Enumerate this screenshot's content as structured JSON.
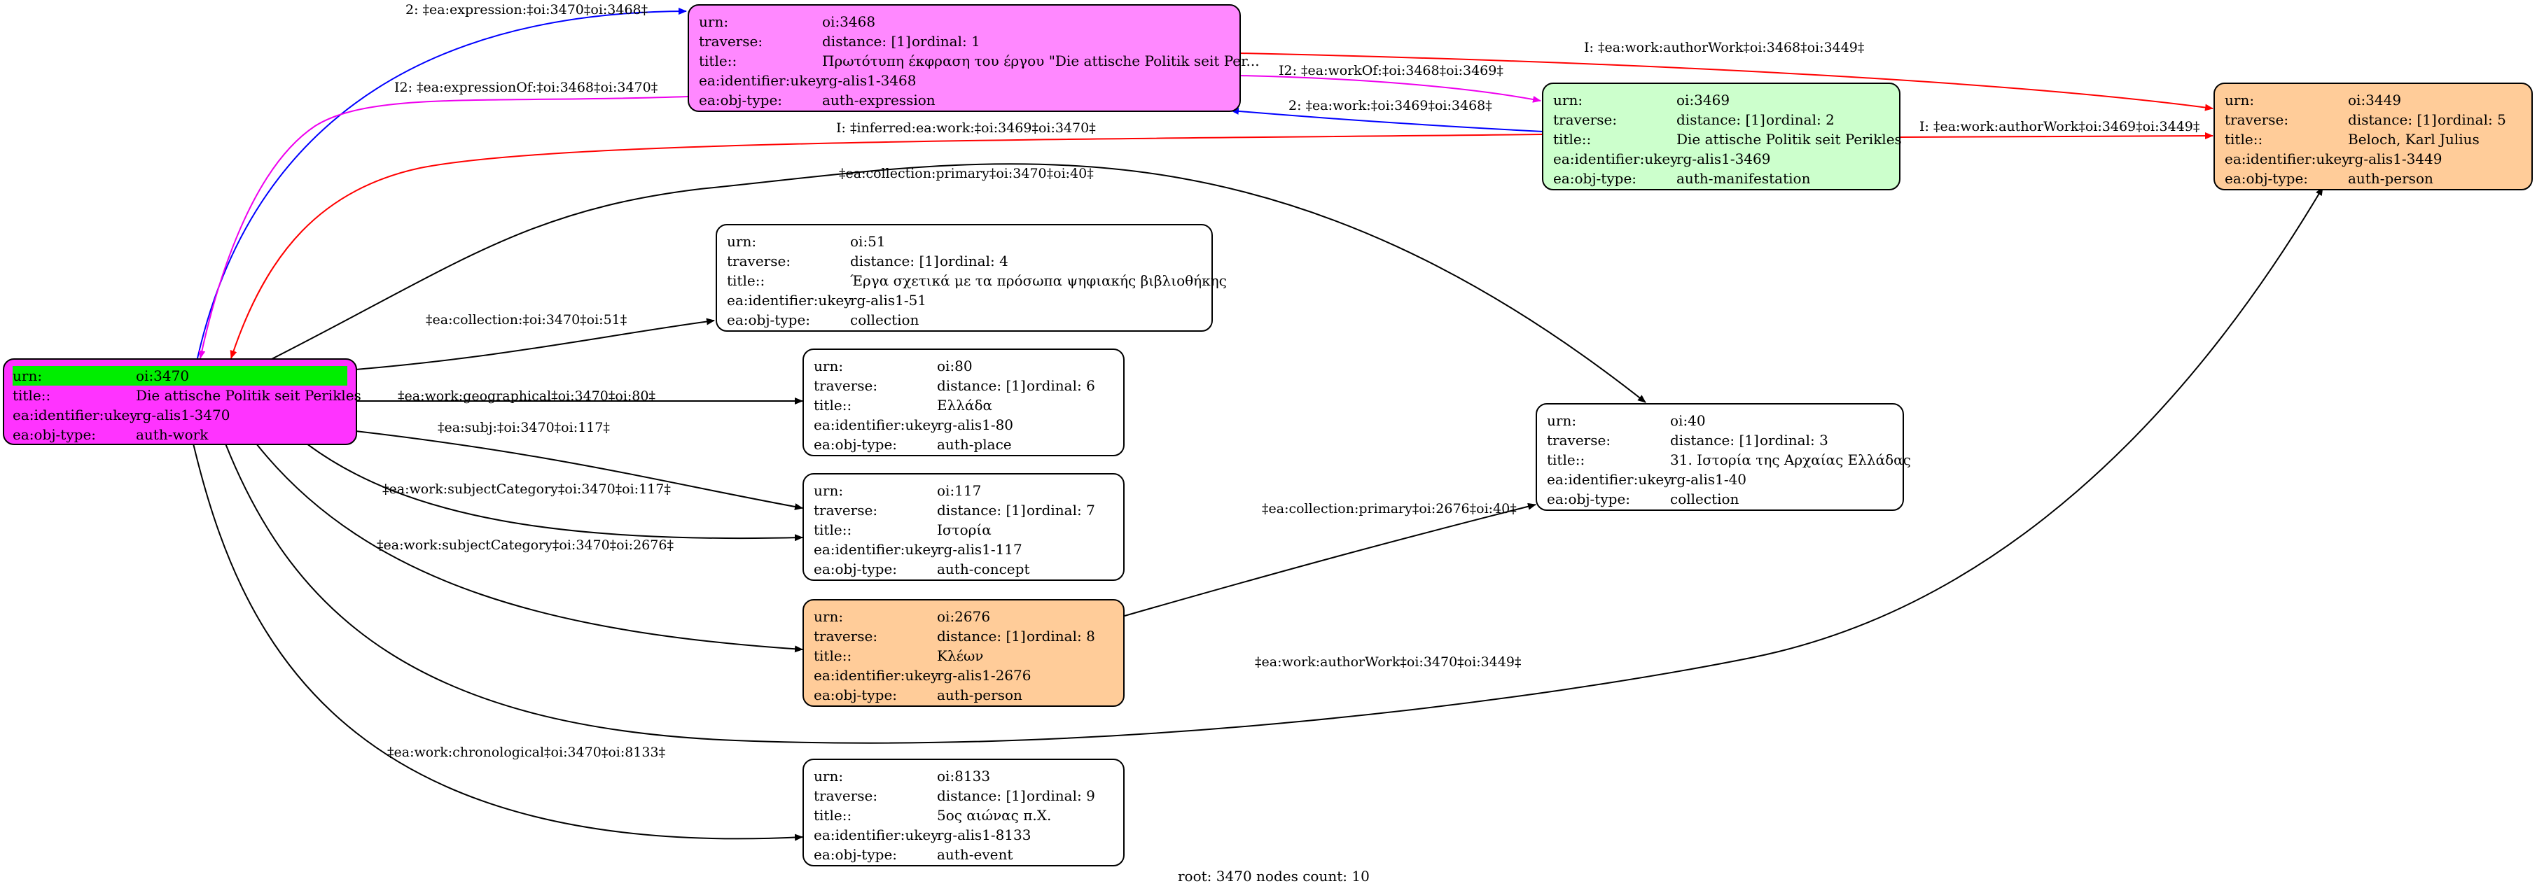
{
  "colors": {
    "pink": "#ff88ff",
    "magenta": "#ff33ff",
    "green": "#ccffcc",
    "orange": "#ffcc99",
    "white": "#ffffff",
    "highlight": "#00ee00",
    "edge_black": "#000000",
    "edge_blue": "#0000ff",
    "edge_magenta": "#ee00ee",
    "edge_red": "#ff0000"
  },
  "field_keys": {
    "urn": "urn:",
    "traverse": "traverse:",
    "title": "title::",
    "ukey": "ea:identifier:ukey",
    "objtype": "ea:obj-type:"
  },
  "nodes": {
    "n3468": {
      "urn": "oi:3468",
      "distance": "distance: [1]",
      "ordinal": "ordinal: 1",
      "title": "Πρωτότυπη έκφραση του έργου \"Die attische Politik seit Per...",
      "ukey": "rg-alis1-3468",
      "objtype": "auth-expression"
    },
    "n3469": {
      "urn": "oi:3469",
      "distance": "distance: [1]",
      "ordinal": "ordinal: 2",
      "title": "Die attische Politik seit Perikles",
      "ukey": "rg-alis1-3469",
      "objtype": "auth-manifestation"
    },
    "n3449": {
      "urn": "oi:3449",
      "distance": "distance: [1]",
      "ordinal": "ordinal: 5",
      "title": "Beloch, Karl Julius",
      "ukey": "rg-alis1-3449",
      "objtype": "auth-person"
    },
    "n3470": {
      "urn": "oi:3470",
      "title": "Die attische Politik seit Perikles",
      "ukey": "rg-alis1-3470",
      "objtype": "auth-work"
    },
    "n51": {
      "urn": "oi:51",
      "distance": "distance: [1]",
      "ordinal": "ordinal: 4",
      "title": "Έργα σχετικά με τα πρόσωπα ψηφιακής βιβλιοθήκης",
      "ukey": "rg-alis1-51",
      "objtype": "collection"
    },
    "n80": {
      "urn": "oi:80",
      "distance": "distance: [1]",
      "ordinal": "ordinal: 6",
      "title": "Ελλάδα",
      "ukey": "rg-alis1-80",
      "objtype": "auth-place"
    },
    "n40": {
      "urn": "oi:40",
      "distance": "distance: [1]",
      "ordinal": "ordinal: 3",
      "title": "31. Ιστορία της Αρχαίας Ελλάδας",
      "ukey": "rg-alis1-40",
      "objtype": "collection"
    },
    "n117": {
      "urn": "oi:117",
      "distance": "distance: [1]",
      "ordinal": "ordinal: 7",
      "title": "Ιστορία",
      "ukey": "rg-alis1-117",
      "objtype": "auth-concept"
    },
    "n2676": {
      "urn": "oi:2676",
      "distance": "distance: [1]",
      "ordinal": "ordinal: 8",
      "title": "Κλέων",
      "ukey": "rg-alis1-2676",
      "objtype": "auth-person"
    },
    "n8133": {
      "urn": "oi:8133",
      "distance": "distance: [1]",
      "ordinal": "ordinal: 9",
      "title": "5ος αιώνας π.Χ.",
      "ukey": "rg-alis1-8133",
      "objtype": "auth-event"
    }
  },
  "edges": {
    "e1": "2: ‡ea:expression:‡oi:3470‡oi:3468‡",
    "e2": "I2: ‡ea:expressionOf:‡oi:3468‡oi:3470‡",
    "e3": "I: ‡ea:work:authorWork‡oi:3468‡oi:3449‡",
    "e4": "I2: ‡ea:workOf:‡oi:3468‡oi:3469‡",
    "e5": "2: ‡ea:work:‡oi:3469‡oi:3468‡",
    "e6": "I: ‡inferred:ea:work:‡oi:3469‡oi:3470‡",
    "e7": "I: ‡ea:work:authorWork‡oi:3469‡oi:3449‡",
    "e8": "‡ea:collection:primary‡oi:3470‡oi:40‡",
    "e9": "‡ea:collection:‡oi:3470‡oi:51‡",
    "e10": "‡ea:work:geographical‡oi:3470‡oi:80‡",
    "e11": "‡ea:subj:‡oi:3470‡oi:117‡",
    "e12": "‡ea:work:subjectCategory‡oi:3470‡oi:117‡",
    "e13": "‡ea:work:subjectCategory‡oi:3470‡oi:2676‡",
    "e14": "‡ea:collection:primary‡oi:2676‡oi:40‡",
    "e15": "‡ea:work:authorWork‡oi:3470‡oi:3449‡",
    "e16": "‡ea:work:chronological‡oi:3470‡oi:8133‡"
  },
  "footer": "root: 3470 nodes count: 10"
}
